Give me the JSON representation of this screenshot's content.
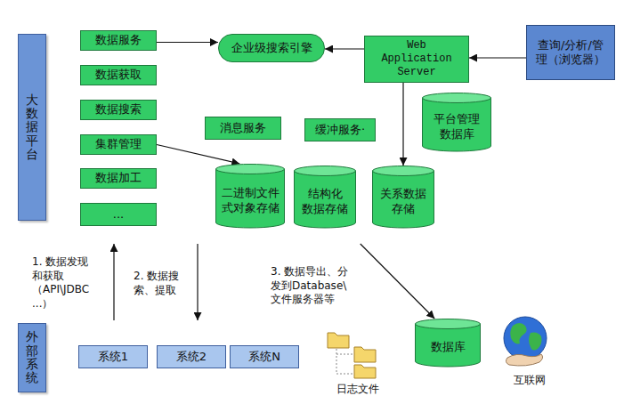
{
  "diagram": {
    "nodes": [
      {
        "text": [
          "大数据平台"
        ]
      },
      {
        "text": [
          "数据服务"
        ],
        "in": 0
      },
      {
        "text": [
          "数据获取"
        ],
        "in": 0
      },
      {
        "text": [
          "数据搜索"
        ],
        "in": 0
      },
      {
        "text": [
          "集群管理"
        ],
        "in": 0
      },
      {
        "text": [
          "数据加工"
        ],
        "in": 0
      },
      {
        "text": [
          "..."
        ],
        "in": 0
      },
      {
        "text": [
          "企业级搜索引擎"
        ],
        "in": 0
      },
      {
        "text": [
          "Web Application Server"
        ],
        "in": 0
      },
      {
        "text": [
          "消息服务"
        ],
        "in": 0
      },
      {
        "text": [
          "缓冲服务·"
        ],
        "in": 0
      },
      {
        "text": [
          "平台管理 数据库"
        ],
        "in": 0
      },
      {
        "text": [
          "二进制文件 式对象存储"
        ],
        "in": 0
      },
      {
        "text": [
          "结构化 数据存储"
        ],
        "in": 0
      },
      {
        "text": [
          "关系数据 存储"
        ],
        "in": 0
      },
      {
        "text": [
          "查询/分析/管 理（浏览器）"
        ]
      },
      {
        "text": [
          "外部系统"
        ]
      },
      {
        "text": [
          "系统1"
        ],
        "in": 16
      },
      {
        "text": [
          "系统2"
        ],
        "in": 16
      },
      {
        "text": [
          "系统N"
        ],
        "in": 16
      },
      {
        "text": [
          "数据库"
        ]
      }
    ],
    "edges": [
      {
        "from": 8,
        "to": 7,
        "arrow": "to"
      },
      {
        "from": 1,
        "to": 7,
        "arrow": "to"
      },
      {
        "from": 15,
        "to": 8,
        "arrow": "to"
      },
      {
        "from": 8,
        "to": 14,
        "arrow": "to"
      },
      {
        "from": 4,
        "to": 12,
        "arrow": "to"
      },
      {
        "from": 16,
        "to": 0,
        "arrow": "to"
      },
      {
        "from": 0,
        "to": 16,
        "arrow": "to"
      },
      {
        "from": 0,
        "to": 20,
        "arrow": "to"
      }
    ],
    "labels": [
      "1. 数据发现 和获取 （API\\JDBC ...）",
      "2. 数据搜 索、提取",
      "3. 数据导出、分 发到Database\\ 文件服务器等",
      "日志文件",
      "互联网"
    ]
  }
}
